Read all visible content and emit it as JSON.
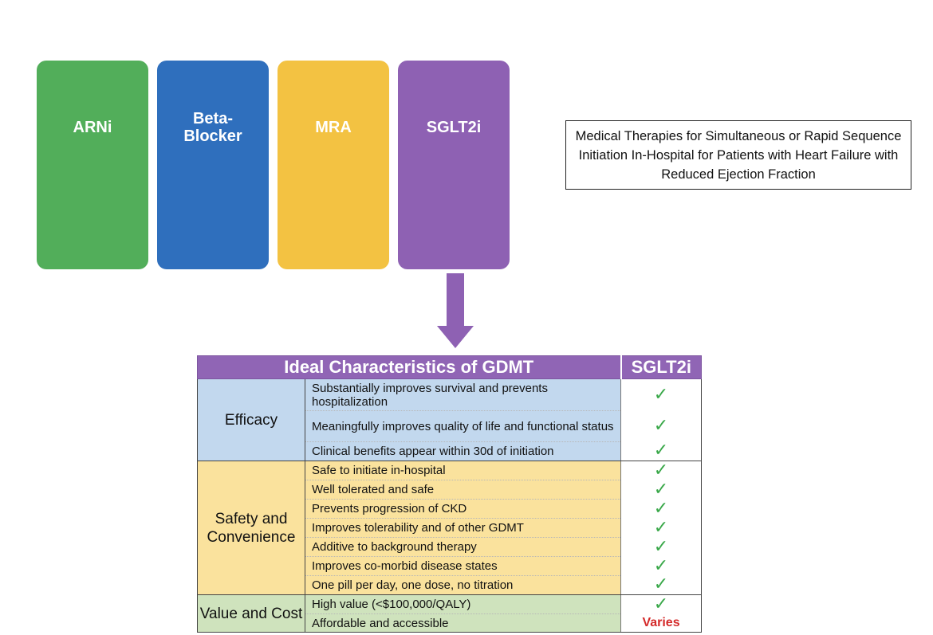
{
  "drug_classes": [
    {
      "label": "ARNi",
      "color": "#52ae5a"
    },
    {
      "label": "Beta-\nBlocker",
      "color": "#2f6fbd"
    },
    {
      "label": "MRA",
      "color": "#f3c242"
    },
    {
      "label": "SGLT2i",
      "color": "#8e61b3"
    }
  ],
  "caption": "Medical Therapies for Simultaneous or Rapid Sequence Initiation In-Hospital for Patients with Heart Failure with Reduced Ejection Fraction",
  "table": {
    "header_title": "Ideal Characteristics of GDMT",
    "header_therapy": "SGLT2i",
    "groups": [
      {
        "category": "Efficacy",
        "color": "#c2d8ee",
        "items": [
          {
            "text": "Substantially improves survival and prevents hospitalization",
            "mark": "✓"
          },
          {
            "text": "Meaningfully improves quality of life and functional status",
            "mark": "✓"
          },
          {
            "text": "Clinical benefits appear within 30d of initiation",
            "mark": "✓"
          }
        ]
      },
      {
        "category": "Safety and Convenience",
        "color": "#fae29d",
        "items": [
          {
            "text": "Safe to initiate in-hospital",
            "mark": "✓"
          },
          {
            "text": "Well tolerated and safe",
            "mark": "✓"
          },
          {
            "text": "Prevents progression of CKD",
            "mark": "✓"
          },
          {
            "text": "Improves tolerability and of other GDMT",
            "mark": "✓"
          },
          {
            "text": "Additive to background therapy",
            "mark": "✓"
          },
          {
            "text": "Improves co-morbid disease states",
            "mark": "✓"
          },
          {
            "text": "One pill per day, one dose, no titration",
            "mark": "✓"
          }
        ]
      },
      {
        "category": "Value and Cost",
        "color": "#cfe3bd",
        "items": [
          {
            "text": "High value (<$100,000/QALY)",
            "mark": "✓"
          },
          {
            "text": "Affordable and accessible",
            "mark": "Varies"
          }
        ]
      }
    ]
  },
  "colors": {
    "check": "#3aa84a",
    "varies": "#d42a2a",
    "header": "#9065b5",
    "arrow": "#8e61b3"
  }
}
